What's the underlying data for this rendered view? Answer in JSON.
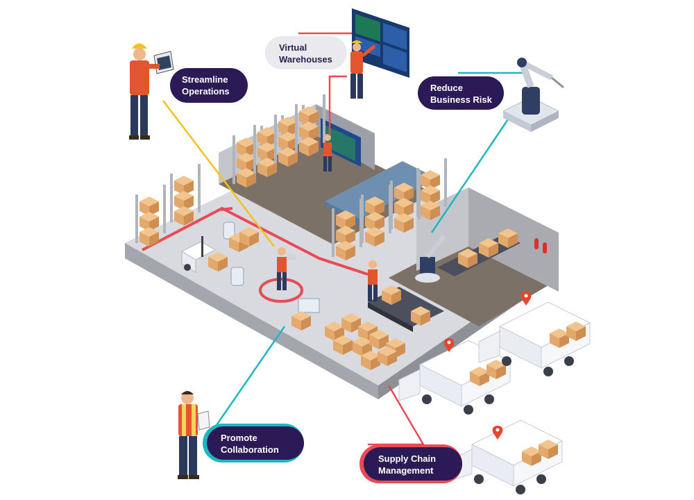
{
  "labels": {
    "streamline": {
      "line1": "Streamline",
      "line2": "Operations"
    },
    "virtual": {
      "line1": "Virtual",
      "line2": "Warehouses"
    },
    "risk": {
      "line1": "Reduce",
      "line2": "Business Risk"
    },
    "collab": {
      "line1": "Promote",
      "line2": "Collaboration"
    },
    "supply": {
      "line1": "Supply Chain",
      "line2": "Management"
    }
  },
  "colors": {
    "pill_dark": "#2b1a55",
    "pill_light": "#e9e9ee",
    "accent_yellow": "#f4c21c",
    "accent_teal": "#1fb6c1",
    "accent_red": "#e84b56",
    "floor": "#d9dadf",
    "floor_dark": "#7b7167",
    "wall": "#a9abb1",
    "box": "#e8b27a"
  },
  "icons": [
    "worker-with-tablet",
    "worker-at-screen",
    "robotic-arm",
    "worker-with-clipboard",
    "delivery-truck",
    "forklift",
    "location-pin-icon"
  ]
}
